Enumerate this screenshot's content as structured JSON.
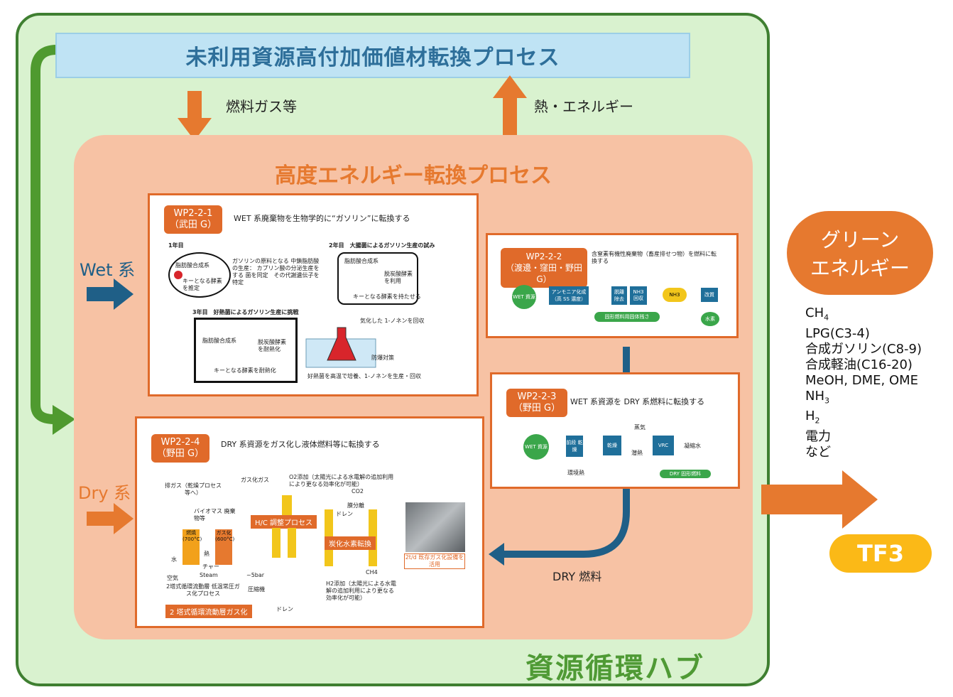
{
  "top_process": "未利用資源高付加価値材転換プロセス",
  "flow_down_label": "燃料ガス等",
  "flow_up_label": "熱・エネルギー",
  "energy_process_title": "高度エネルギー転換プロセス",
  "hub_label": "資源循環ハブ",
  "wet_label": "Wet 系",
  "dry_label": "Dry 系",
  "dry_fuel_label": "DRY 燃料",
  "green_energy": [
    "グリーン",
    "エネルギー"
  ],
  "tf3": "TF3",
  "products": [
    "CH4",
    "LPG(C3-4)",
    "合成ガソリン(C8-9)",
    "合成軽油(C16-20)",
    "MeOH, DME, OME",
    "NH3",
    "H2",
    "電力",
    "など"
  ],
  "wp221": {
    "id": "WP2-2-1",
    "group": "（武田 G）",
    "desc": "WET 系廃棄物を生物学的に“ガソリン”に転換する",
    "year1": "1年目",
    "year1_cycle": "脂肪酸合成系",
    "year1_key": "キーとなる酵素を推定",
    "year1_text": "ガソリンの原料となる 中鎖脂肪酸の生産： カプリン酸の分泌生産をする 菌を同定　その代謝遺伝子を特定",
    "year2": "2年目　大腸菌によるガソリン生産の試み",
    "year2_cycle": "脂肪酸合成系",
    "year2_enzyme": "脱炭酸酵素を利用",
    "year2_key": "キーとなる酵素を持たせる",
    "year3": "3年目　好熱菌によるガソリン生産に挑戦",
    "year3_cycle": "脂肪酸合成系",
    "year3_enzyme": "脱炭酸酵素を耐熱化",
    "year3_key": "キーとなる酵素を耐熱化",
    "recover": "気化した 1-ノネンを回収",
    "explosion": "防爆対策",
    "culture": "好熱菌を高温で培養、1-ノネンを生産・回収"
  },
  "wp222": {
    "id": "WP2-2-2",
    "group": "（渡邊・窪田・野田 G）",
    "desc": "含窒素有機性廃棄物（畜産排せつ物）を燃料に転換する",
    "wet": "WET 資源",
    "step1": "アンモニア化成（高 SS 濃度）",
    "step2": "脱離 除去",
    "step3": "NH3 回収",
    "nh3": "NH3",
    "step4": "改質",
    "hydrogen": "水素",
    "solid": "固形燃料用固体残さ"
  },
  "wp223": {
    "id": "WP2-2-3",
    "group": "（野田 G）",
    "desc": "WET 系資源を DRY 系燃料に転換する",
    "wet": "WET 資源",
    "pre": "前段 乾燥",
    "dry": "乾燥",
    "steam": "蒸気",
    "vrc": "VRC",
    "condensate": "凝縮水",
    "latent": "潜熱",
    "env_heat": "環境熱",
    "dry_fuel": "DRY 固形燃料"
  },
  "wp224": {
    "id": "WP2-2-4",
    "group": "（野田 G）",
    "desc": "DRY 系資源をガス化し液体燃料等に転換する",
    "waste_gas": "排ガス（乾燥プロセス等へ）",
    "biomass": "バイオマス 廃棄物等",
    "combustion": "燃焼 (700°C)",
    "gasification": "ガス化 (600°C)",
    "water": "水",
    "heat": "熱",
    "char": "チャー",
    "air": "空気",
    "steam": "Steam",
    "pressure": "~5bar",
    "gasified": "ガス化ガス",
    "o2": "O2添加（太陽光による水電解の追加利用により更なる効率化が可能）",
    "hc": "H/C 調整プロセス",
    "hydrocarbon": "炭化水素転換",
    "h2": "H2添加（太陽光による水電解の追加利用により更なる効率化が可能）",
    "drain": "ドレン",
    "compressor": "圧縮機",
    "membrane": "膜分離",
    "co2": "CO2",
    "ch4": "CH4",
    "reactor_note": "2塔式循環流動層 低温常圧ガス化プロセス",
    "tag": "2 塔式循環流動層ガス化",
    "facility": "2t/d 既存ガス化設備を活用"
  }
}
